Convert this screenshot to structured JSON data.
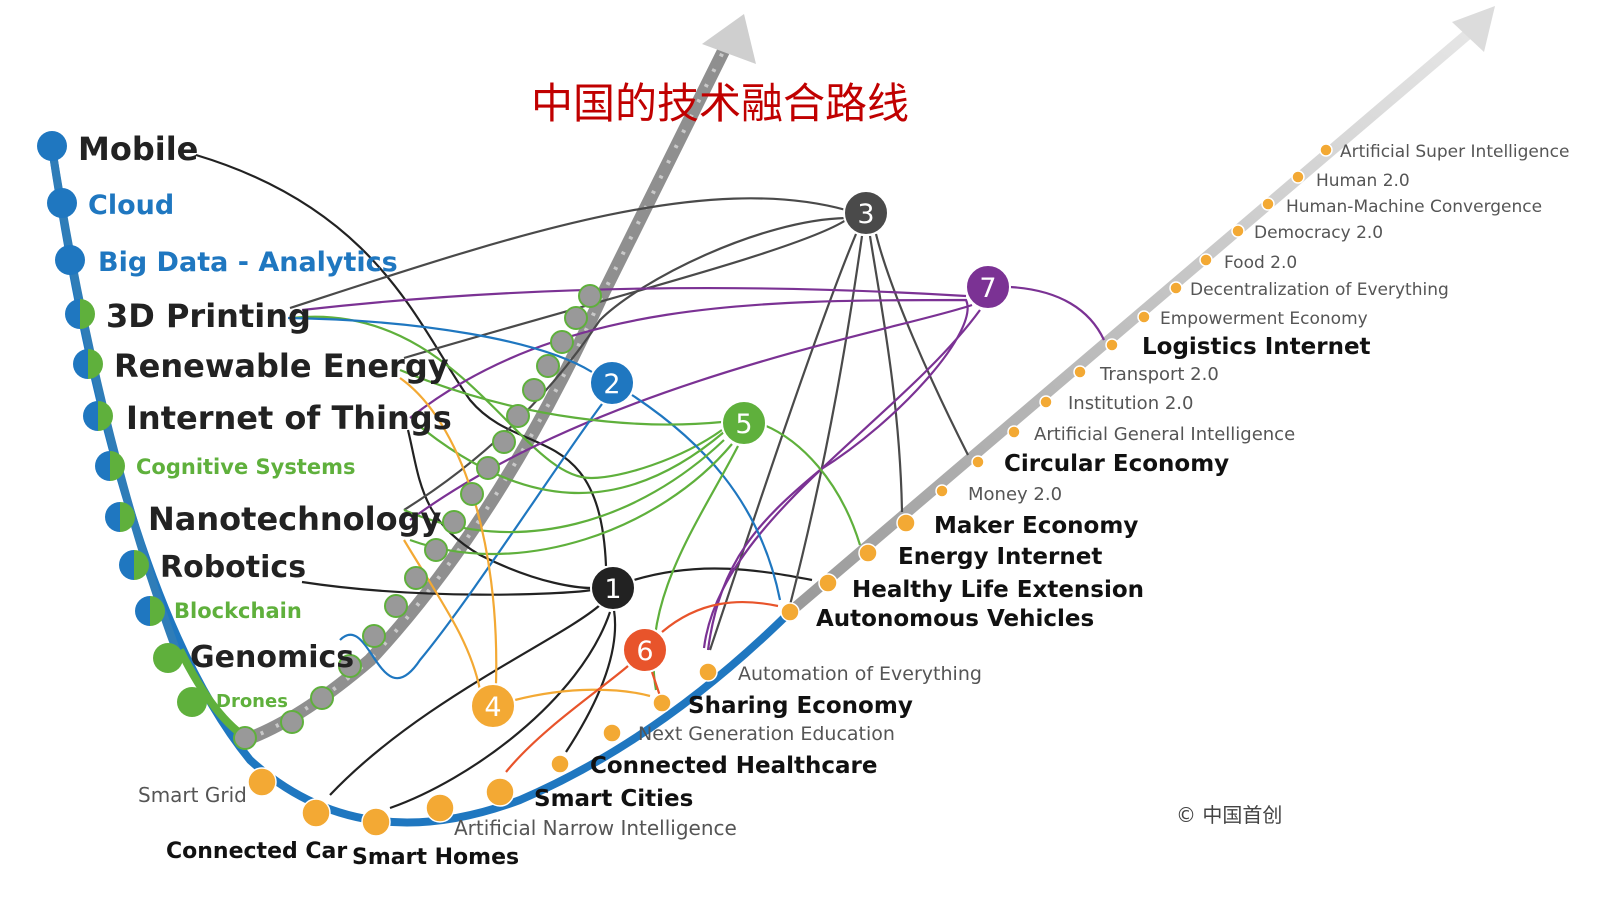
{
  "title": "中国的技术融合路线",
  "copyright": "© 中国首创",
  "colors": {
    "title": "#c00000",
    "blue": "#1f77c0",
    "green": "#5fb03c",
    "orange": "#f3a934",
    "black": "#222222",
    "gray": "#555555",
    "purple": "#7b3294",
    "red": "#e8542b",
    "node3": "#4a4a4a"
  },
  "technologies": [
    {
      "label": "Mobile",
      "color": "black"
    },
    {
      "label": "Cloud",
      "color": "blue"
    },
    {
      "label": "Big Data - Analytics",
      "color": "blue"
    },
    {
      "label": "3D Printing",
      "color": "black"
    },
    {
      "label": "Renewable Energy",
      "color": "black"
    },
    {
      "label": "Internet of Things",
      "color": "black"
    },
    {
      "label": "Cognitive Systems",
      "color": "green"
    },
    {
      "label": "Nanotechnology",
      "color": "black"
    },
    {
      "label": "Robotics",
      "color": "black"
    },
    {
      "label": "Blockchain",
      "color": "green"
    },
    {
      "label": "Genomics",
      "color": "black"
    },
    {
      "label": "Drones",
      "color": "green"
    }
  ],
  "applications": [
    {
      "label": "Smart Grid",
      "style": "gray"
    },
    {
      "label": "Connected Car",
      "style": "black"
    },
    {
      "label": "Smart Homes",
      "style": "black"
    },
    {
      "label": "Artificial Narrow Intelligence",
      "style": "gray"
    },
    {
      "label": "Smart Cities",
      "style": "black"
    },
    {
      "label": "Connected Healthcare",
      "style": "black"
    },
    {
      "label": "Next Generation  Education",
      "style": "gray"
    },
    {
      "label": "Sharing Economy",
      "style": "black"
    },
    {
      "label": "Automation of Everything",
      "style": "gray"
    },
    {
      "label": "Autonomous Vehicles",
      "style": "black"
    },
    {
      "label": "Healthy Life Extension",
      "style": "black"
    },
    {
      "label": "Energy Internet",
      "style": "black"
    },
    {
      "label": "Maker Economy",
      "style": "black"
    },
    {
      "label": "Money 2.0",
      "style": "gray"
    },
    {
      "label": "Circular Economy",
      "style": "black"
    },
    {
      "label": "Artificial General Intelligence",
      "style": "gray"
    },
    {
      "label": "Institution 2.0",
      "style": "gray"
    },
    {
      "label": "Transport  2.0",
      "style": "gray"
    },
    {
      "label": "Logistics Internet",
      "style": "black"
    },
    {
      "label": "Empowerment Economy",
      "style": "gray"
    },
    {
      "label": "Decentralization  of Everything",
      "style": "gray"
    },
    {
      "label": "Food 2.0",
      "style": "gray"
    },
    {
      "label": "Democracy 2.0",
      "style": "gray"
    },
    {
      "label": "Human-Machine Convergence",
      "style": "gray"
    },
    {
      "label": "Human 2.0",
      "style": "gray"
    },
    {
      "label": "Artificial Super Intelligence",
      "style": "gray"
    }
  ],
  "hubs": [
    {
      "label": "1",
      "color": "black"
    },
    {
      "label": "2",
      "color": "blue"
    },
    {
      "label": "3",
      "color": "node3"
    },
    {
      "label": "4",
      "color": "orange"
    },
    {
      "label": "5",
      "color": "green"
    },
    {
      "label": "6",
      "color": "red"
    },
    {
      "label": "7",
      "color": "purple"
    }
  ]
}
